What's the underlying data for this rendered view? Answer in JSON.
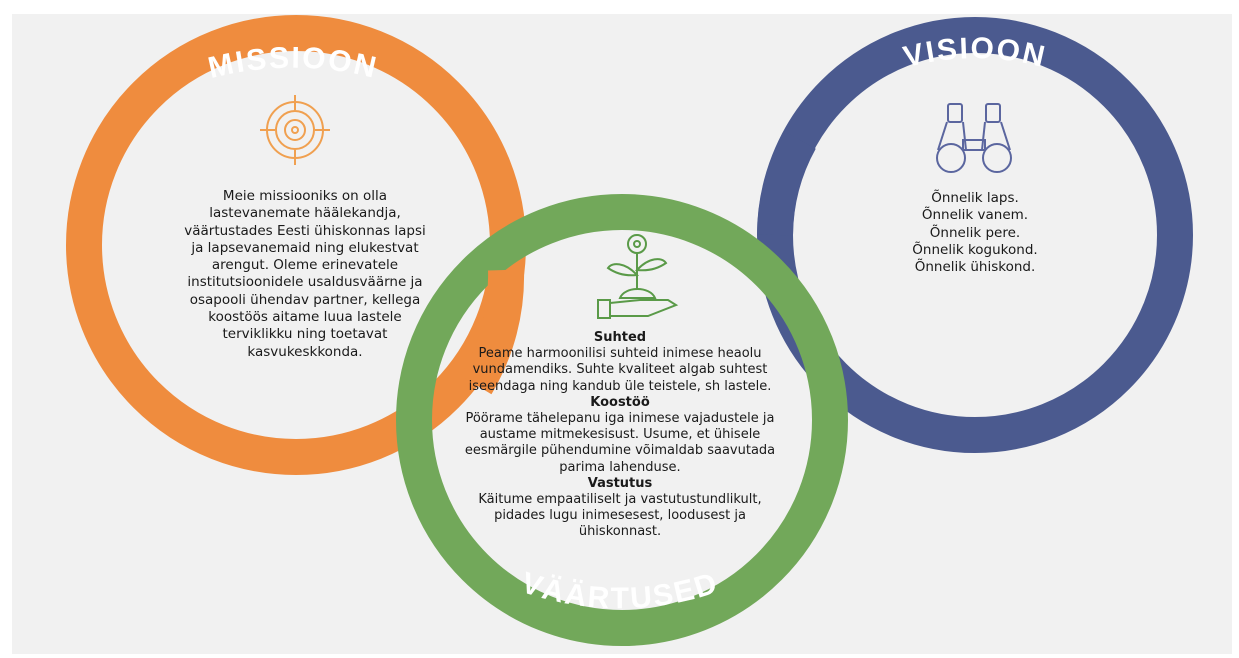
{
  "colors": {
    "missioon": "#ef8c3e",
    "visioon": "#4b5a8f",
    "vaartused": "#72a85a",
    "background": "#f1f1f1"
  },
  "rings": {
    "missioon_title": "MISSIOON",
    "visioon_title": "VISIOON",
    "vaartused_title": "VÄÄRTUSED"
  },
  "icons": {
    "missioon": "target-icon",
    "visioon": "binoculars-icon",
    "vaartused": "plant-in-hand-icon"
  },
  "mission": {
    "text": "Meie missiooniks on olla lastevanemate häälekandja, väärtustades Eesti ühiskonnas lapsi ja lapsevanemaid ning elukestvat arengut. Oleme erinevatele institutsioonidele usaldusväärne ja osapooli ühendav partner, kellega koostöös aitame luua lastele terviklikku ning toetavat kasvukeskkonda."
  },
  "vision": {
    "lines": [
      "Õnnelik laps.",
      "Õnnelik vanem.",
      "Õnnelik pere.",
      "Õnnelik kogukond.",
      "Õnnelik ühiskond."
    ]
  },
  "values": {
    "items": [
      {
        "title": "Suhted",
        "text": "Peame harmoonilisi suhteid inimese heaolu vundamendiks. Suhte kvaliteet algab suhtest iseendaga ning kandub üle teistele, sh lastele."
      },
      {
        "title": "Koostöö",
        "text": "Pöörame tähelepanu iga inimese vajadustele ja austame mitmekesisust. Usume, et ühisele eesmärgile pühendumine võimaldab saavutada parima lahenduse."
      },
      {
        "title": "Vastutus",
        "text": "Käitume empaatiliselt ja vastutustundlikult, pidades lugu inimesesest, loodusest ja ühiskonnast."
      }
    ]
  }
}
